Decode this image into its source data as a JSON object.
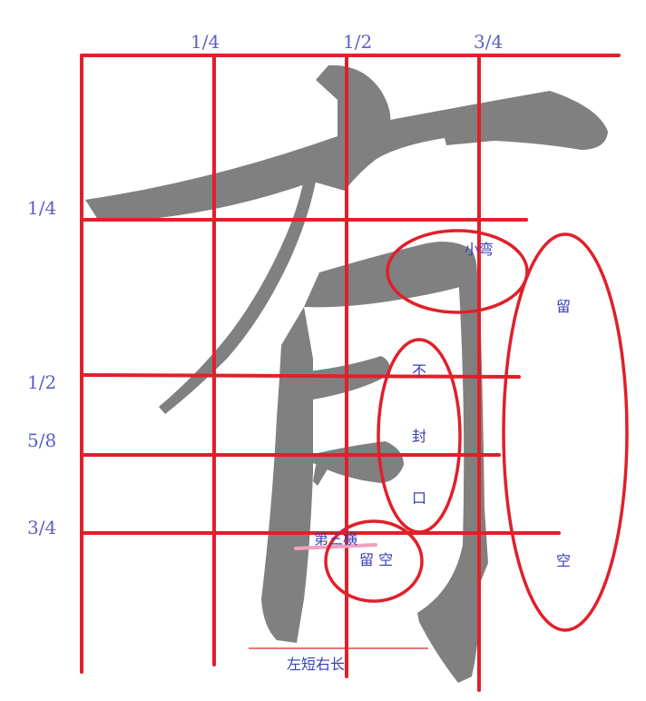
{
  "grid_labels": {
    "top": [
      "1/4",
      "1/2",
      "3/4"
    ],
    "left": [
      "1/4",
      "1/2",
      "5/8",
      "3/4"
    ]
  },
  "annotations": {
    "small_curve": "小弯",
    "not_sealed_1": "不",
    "not_sealed_2": "封",
    "not_sealed_3": "口",
    "leave_space_right_1": "留",
    "leave_space_right_2": "空",
    "third_horizontal": "第三横",
    "leave_space_bottom": "留 空",
    "left_short_right_long": "左短右长"
  },
  "colors": {
    "grid": "#e0202a",
    "glyph": "#808080",
    "label": "#5a5fc8",
    "highlight": "#f0a0c0"
  }
}
